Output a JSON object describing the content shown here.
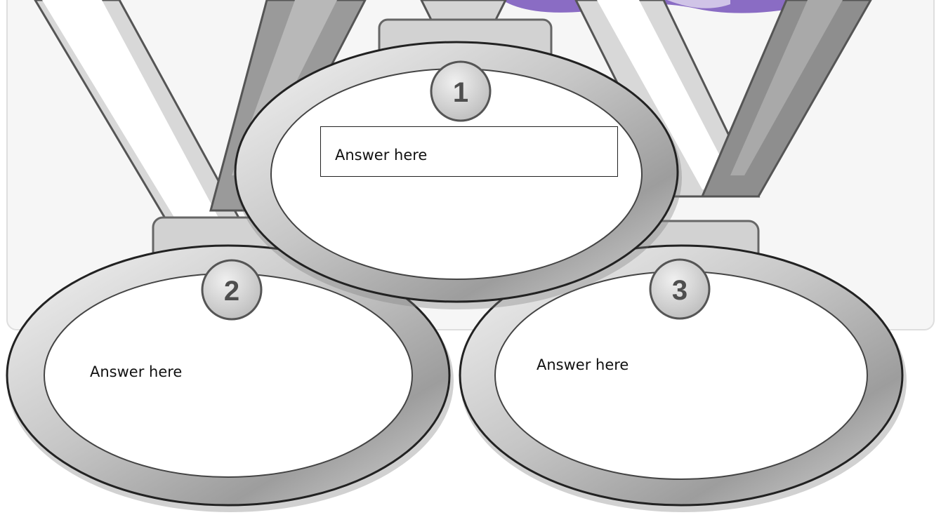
{
  "medals": [
    {
      "rank": "1",
      "answer": "Answer here"
    },
    {
      "rank": "2",
      "answer": "Answer here"
    },
    {
      "rank": "3",
      "answer": "Answer here"
    }
  ],
  "colors": {
    "ribbon_light": "#d6d6d6",
    "ribbon_dark": "#8e8e8e",
    "medal_rim": "#c7c7c7",
    "medal_face": "#ffffff",
    "banner_purple": "#8a6cc4"
  }
}
